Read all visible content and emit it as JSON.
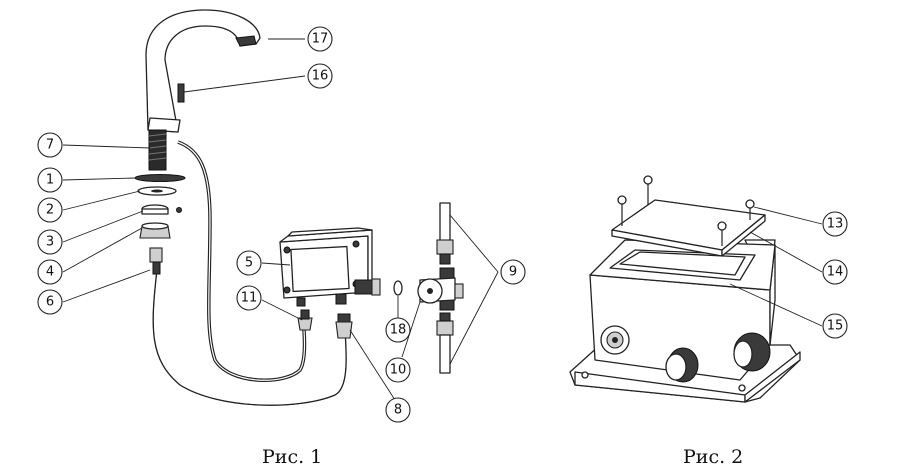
{
  "captions": {
    "fig1": "Рис. 1",
    "fig2": "Рис. 2"
  },
  "callouts_fig1": {
    "c1": "1",
    "c2": "2",
    "c3": "3",
    "c4": "4",
    "c5": "5",
    "c6": "6",
    "c7": "7",
    "c8": "8",
    "c9": "9",
    "c10": "10",
    "c11": "11",
    "c16": "16",
    "c17": "17",
    "c18": "18"
  },
  "callouts_fig2": {
    "c13": "13",
    "c14": "14",
    "c15": "15"
  }
}
